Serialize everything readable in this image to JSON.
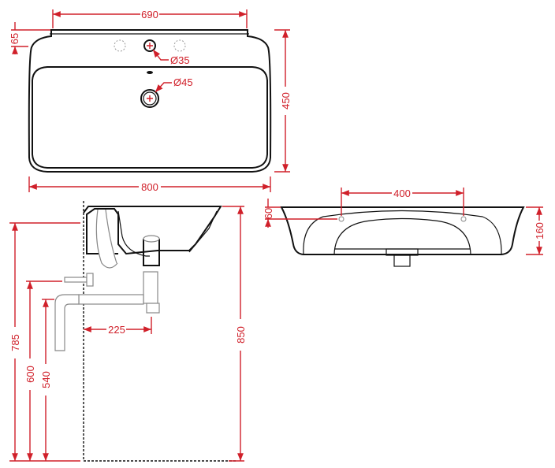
{
  "title": "Washbasin technical drawing",
  "colors": {
    "dimension": "#d0202a",
    "outline": "#111111",
    "fittings": "#888888"
  },
  "top_view": {
    "tap_span": "690",
    "rear_depth": "65",
    "tap_hole_diameter": "Ø35",
    "drain_diameter": "Ø45",
    "depth": "450",
    "width": "800"
  },
  "side_view": {
    "height_top": "850",
    "height_fixing": "785",
    "height_water_supply": "600",
    "height_waste": "540",
    "waste_projection": "225"
  },
  "front_view": {
    "fixing_span": "400",
    "fixing_drop": "60",
    "basin_height": "160"
  }
}
